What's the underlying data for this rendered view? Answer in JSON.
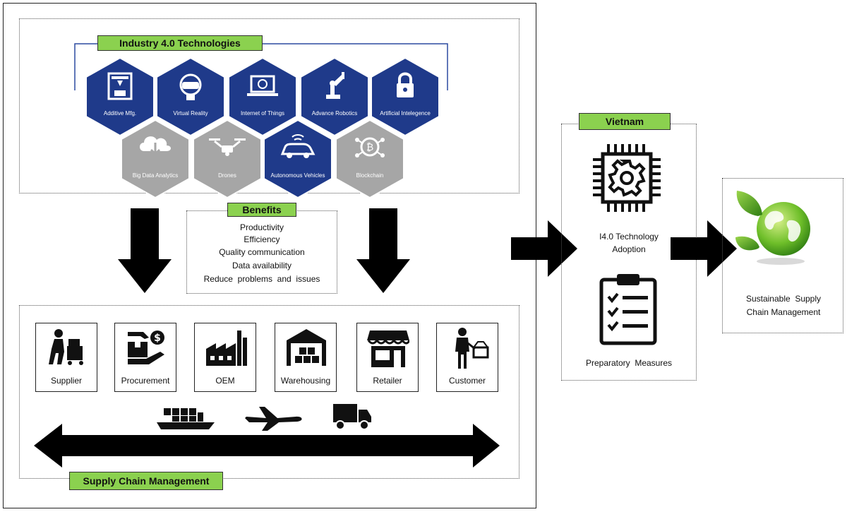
{
  "industry": {
    "title": "Industry 4.0 Technologies",
    "technologies": [
      {
        "label": "Additive Mfg.",
        "icon": "3d-printer-icon"
      },
      {
        "label": "Virtual Reality",
        "icon": "vr-headset-icon"
      },
      {
        "label": "Internet of Things",
        "icon": "laptop-globe-icon"
      },
      {
        "label": "Advance Robotics",
        "icon": "robot-arm-icon"
      },
      {
        "label": "Artificial Intelegence",
        "icon": "lock-icon"
      },
      {
        "label": "Big Data Analytics",
        "icon": "cloud-download-icon"
      },
      {
        "label": "Drones",
        "icon": "drone-icon"
      },
      {
        "label": "Autonomous Vehicles",
        "icon": "connected-car-icon"
      },
      {
        "label": "Blockchain",
        "icon": "bitcoin-network-icon"
      }
    ]
  },
  "benefits": {
    "title": "Benefits",
    "items": [
      "Productivity",
      "Efficiency",
      "Quality communication",
      "Data availability",
      "Reduce  problems  and  issues"
    ]
  },
  "supply_chain": {
    "title": "Supply Chain Management",
    "stages": [
      {
        "label": "Supplier",
        "icon": "worker-trolley-icon"
      },
      {
        "label": "Procurement",
        "icon": "hand-money-icon"
      },
      {
        "label": "OEM",
        "icon": "factory-icon"
      },
      {
        "label": "Warehousing",
        "icon": "warehouse-icon"
      },
      {
        "label": "Retailer",
        "icon": "store-icon"
      },
      {
        "label": "Customer",
        "icon": "shopper-basket-icon"
      }
    ],
    "transport": [
      {
        "icon": "cargo-ship-icon"
      },
      {
        "icon": "airplane-icon"
      },
      {
        "icon": "truck-icon"
      }
    ]
  },
  "vietnam": {
    "title": "Vietnam",
    "adoption": {
      "line1": "I4.0 Technology",
      "line2": "Adoption",
      "icon": "gear-chip-icon"
    },
    "measures": {
      "label": "Preparatory  Measures",
      "icon": "checklist-clipboard-icon"
    }
  },
  "outcome": {
    "line1": "Sustainable  Supply",
    "line2": "Chain Management",
    "icon": "green-globe-leaf-icon"
  },
  "colors": {
    "hex_blue": "#1f3a8a",
    "hex_gray": "#a6a6a6",
    "label_green": "#8bd14f",
    "arrow": "#000000",
    "bracket": "#2b4aa0"
  }
}
